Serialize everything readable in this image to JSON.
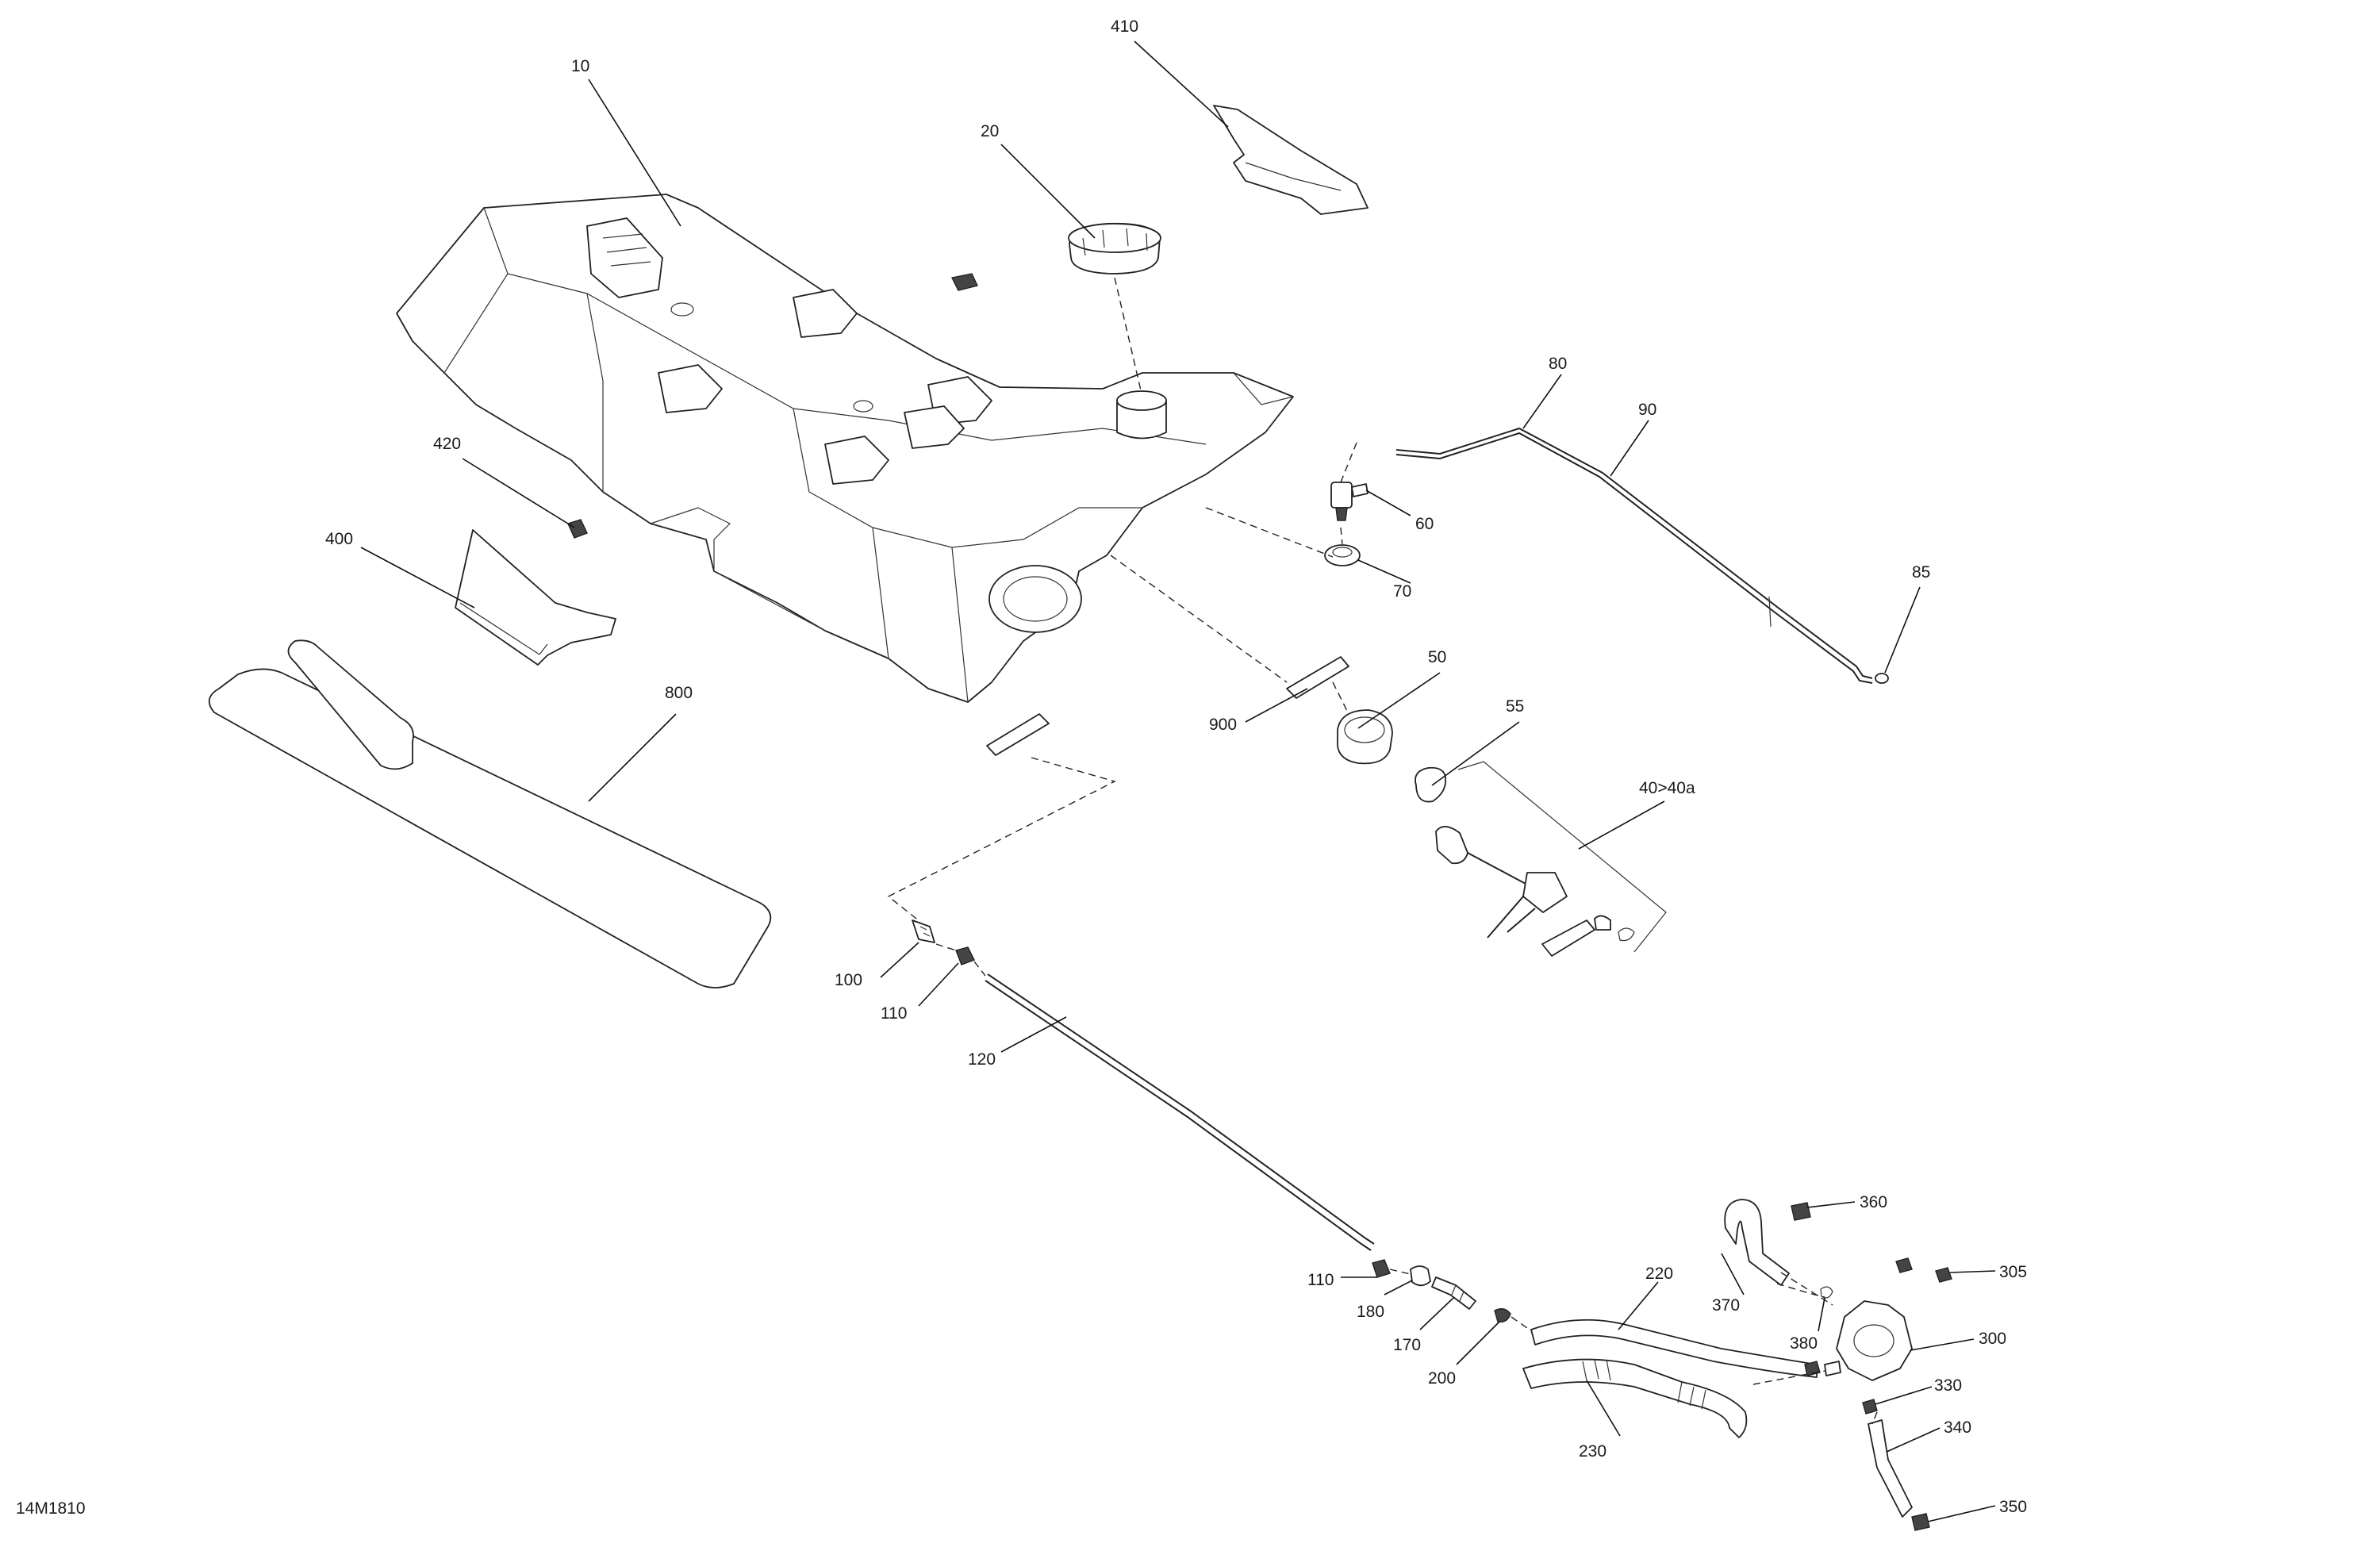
{
  "diagram": {
    "code": "14M1810",
    "callouts": {
      "c10": "10",
      "c20": "20",
      "c410": "410",
      "c420": "420",
      "c400": "400",
      "c800": "800",
      "c80": "80",
      "c90": "90",
      "c60": "60",
      "c70": "70",
      "c85": "85",
      "c50": "50",
      "c55": "55",
      "c900": "900",
      "c40": "40>40a",
      "c100": "100",
      "c110a": "110",
      "c120": "120",
      "c110b": "110",
      "c180": "180",
      "c170": "170",
      "c200": "200",
      "c220": "220",
      "c230": "230",
      "c370": "370",
      "c360": "360",
      "c380": "380",
      "c305": "305",
      "c300": "300",
      "c330": "330",
      "c340": "340",
      "c350": "350"
    }
  }
}
